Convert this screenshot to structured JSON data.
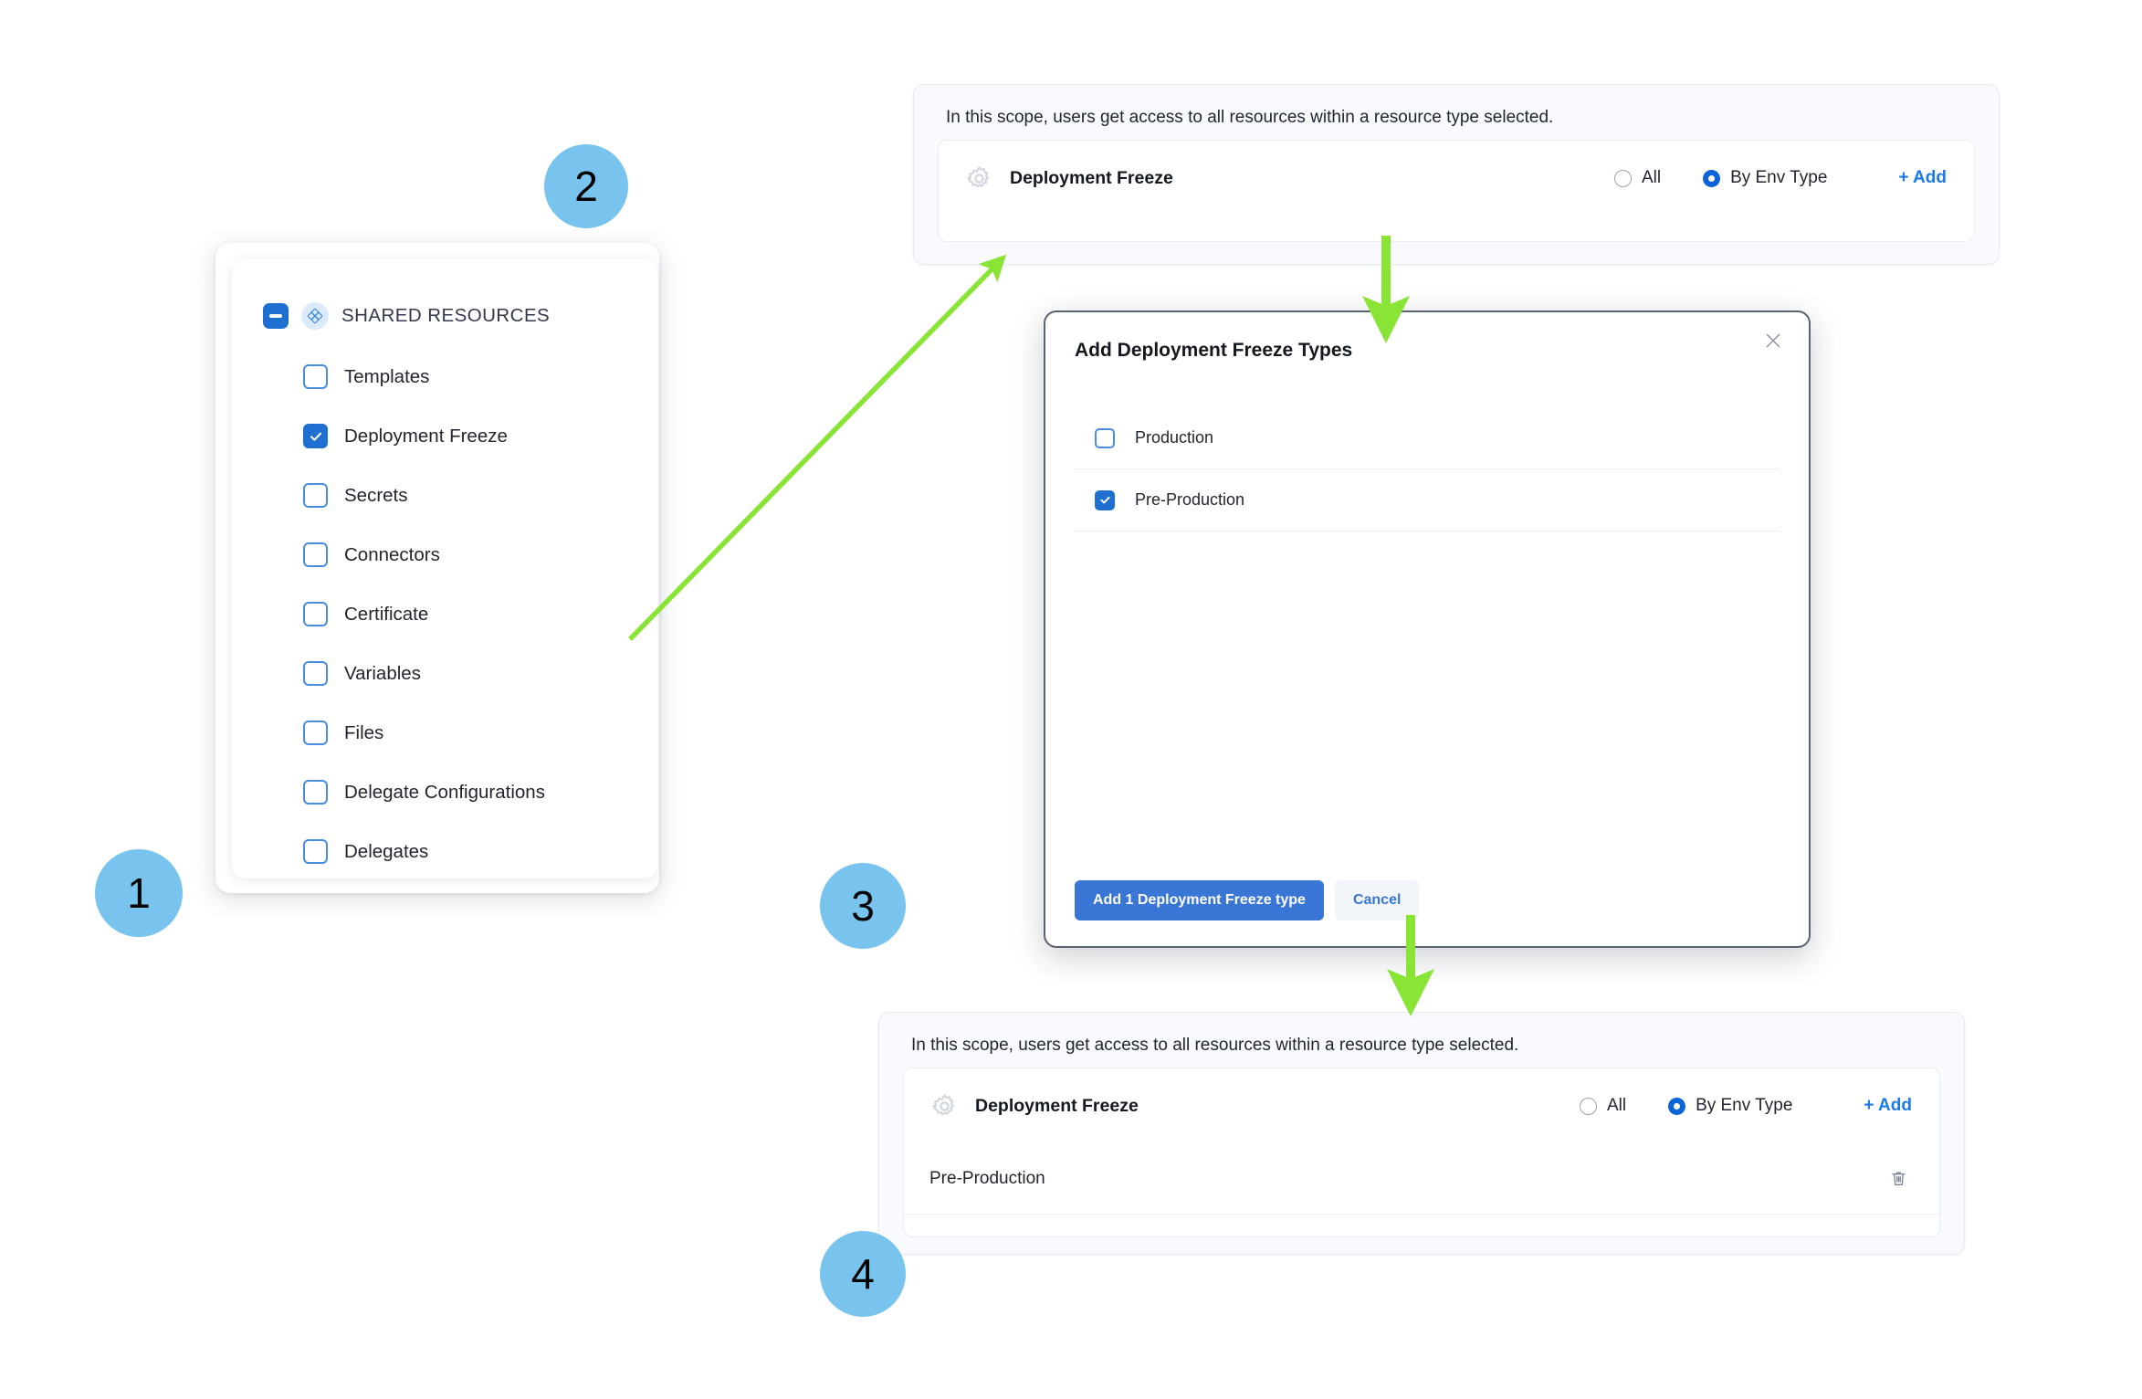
{
  "steps": [
    {
      "number": "1"
    },
    {
      "number": "2"
    },
    {
      "number": "3"
    },
    {
      "number": "4"
    }
  ],
  "resource_tree": {
    "header": {
      "label": "SHARED RESOURCES",
      "checkbox_state": "indeterminate",
      "badge_icon": "shared-resources-icon"
    },
    "items": [
      {
        "label": "Templates",
        "checked": false
      },
      {
        "label": "Deployment Freeze",
        "checked": true
      },
      {
        "label": "Secrets",
        "checked": false
      },
      {
        "label": "Connectors",
        "checked": false
      },
      {
        "label": "Certificate",
        "checked": false
      },
      {
        "label": "Variables",
        "checked": false
      },
      {
        "label": "Files",
        "checked": false
      },
      {
        "label": "Delegate Configurations",
        "checked": false
      },
      {
        "label": "Delegates",
        "checked": false
      }
    ]
  },
  "scope_panel_before": {
    "note": "In this scope, users get access to all resources within a resource type selected.",
    "resource_title": "Deployment Freeze",
    "gear_icon": "gear-icon",
    "options": [
      {
        "label": "All",
        "selected": false
      },
      {
        "label": "By Env Type",
        "selected": true
      }
    ],
    "add_label": "+ Add",
    "chips": []
  },
  "scope_panel_after": {
    "note": "In this scope, users get access to all resources within a resource type selected.",
    "resource_title": "Deployment Freeze",
    "gear_icon": "gear-icon",
    "options": [
      {
        "label": "All",
        "selected": false
      },
      {
        "label": "By Env Type",
        "selected": true
      }
    ],
    "add_label": "+ Add",
    "chips": [
      {
        "label": "Pre-Production",
        "delete_icon": "trash-icon"
      }
    ]
  },
  "modal": {
    "title": "Add Deployment Freeze Types",
    "close_icon": "close-icon",
    "options": [
      {
        "label": "Production",
        "checked": false
      },
      {
        "label": "Pre-Production",
        "checked": true
      }
    ],
    "primary_button": "Add 1 Deployment Freeze type",
    "secondary_button": "Cancel"
  },
  "colors": {
    "step_circle": "#78c4ee",
    "arrow": "#8ae436",
    "accent_blue": "#1f6fd0",
    "link_blue": "#1b7ae8",
    "primary_button": "#3976d6"
  }
}
